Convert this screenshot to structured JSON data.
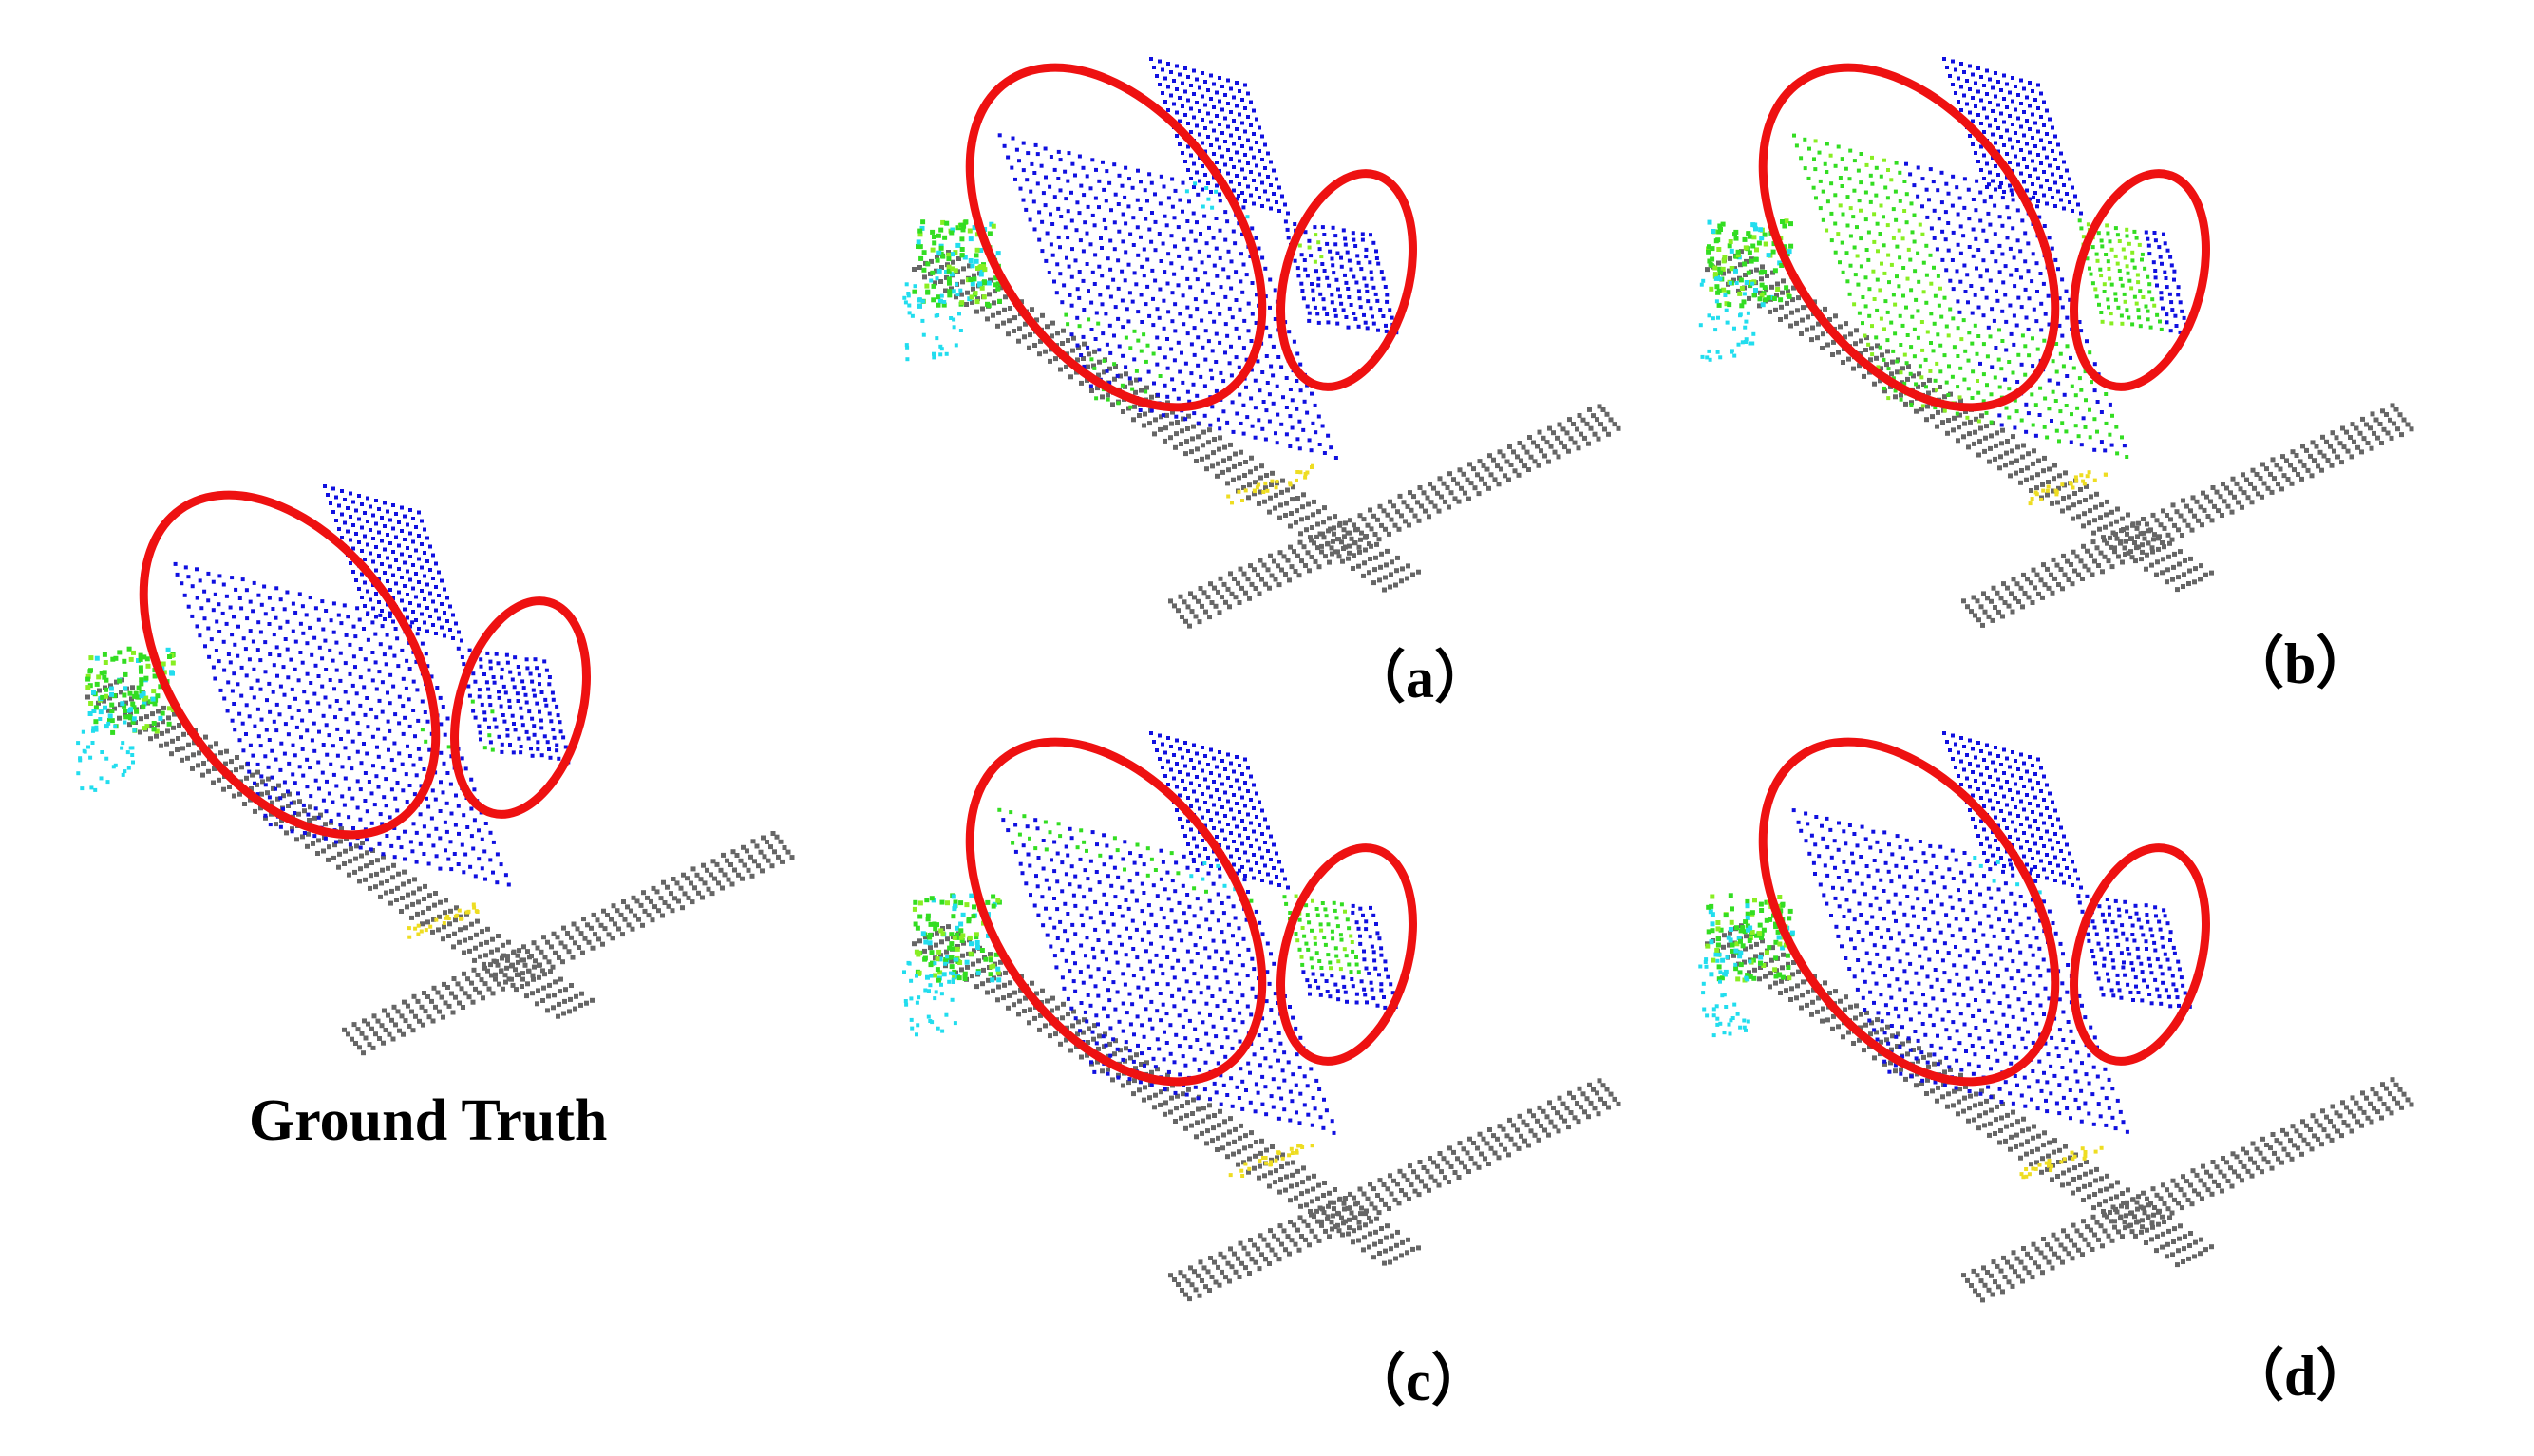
{
  "figure": {
    "captions": {
      "ground_truth": "Ground Truth",
      "a": "（a）",
      "b": "（b）",
      "c": "（c）",
      "d": "（d）"
    },
    "colors": {
      "background": "#ffffff",
      "ground": "#666666",
      "building": "#1010e0",
      "vegetation": "#33dd22",
      "light_vegetation": "#88ee22",
      "cyan": "#22ddee",
      "yellow": "#eedd22",
      "highlight": "#ee1111"
    },
    "panels": [
      {
        "id": "gt",
        "caption_key": "ground_truth",
        "variant": "gt"
      },
      {
        "id": "a",
        "caption_key": "a",
        "variant": "a"
      },
      {
        "id": "b",
        "caption_key": "b",
        "variant": "b"
      },
      {
        "id": "c",
        "caption_key": "c",
        "variant": "c"
      },
      {
        "id": "d",
        "caption_key": "d",
        "variant": "d"
      }
    ]
  }
}
